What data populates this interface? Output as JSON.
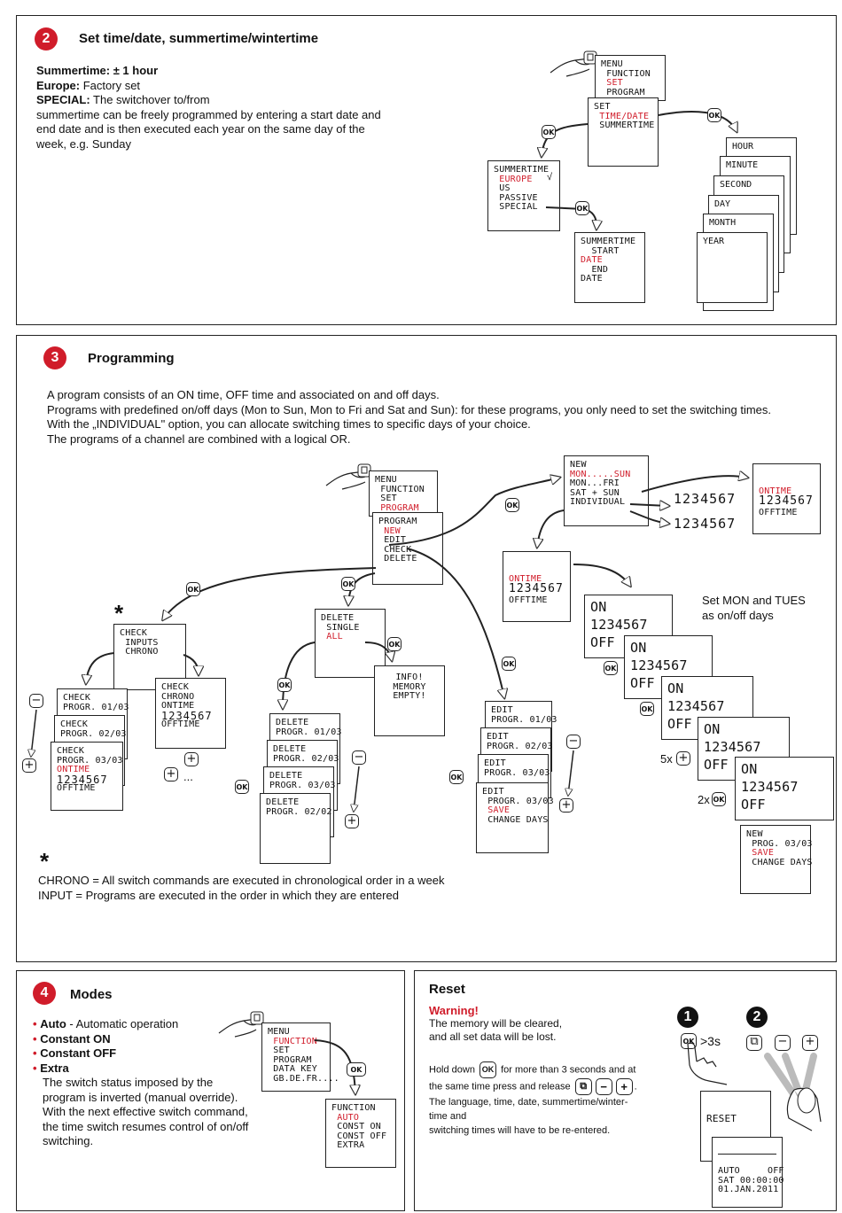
{
  "s2": {
    "num": "2",
    "title": "Set time/date, summertime/wintertime",
    "l1_b": "Summertime: ± 1 hour",
    "l2_b": "Europe:",
    "l2": " Factory set",
    "l3_b": "SPECIAL:",
    "l3": " The switchover to/from",
    "l4": "summertime can be freely programmed by entering a start date and",
    "l5": "end date and is then executed each year on the same day of the",
    "l6": "week, e.g. Sunday",
    "menu": [
      "MENU",
      " FUNCTION",
      " SET",
      " PROGRAM"
    ],
    "set": [
      "SET",
      " TIME/DATE",
      " SUMMERTIME"
    ],
    "summertime": [
      "SUMMERTIME",
      " EUROPE",
      " US",
      " PASSIVE",
      " SPECIAL"
    ],
    "check_mark": "√",
    "special": [
      "SUMMERTIME",
      "  START",
      "DATE",
      "",
      "  END",
      "DATE"
    ],
    "stack": [
      "HOUR",
      "MINUTE",
      "SECOND",
      "DAY",
      "MONTH",
      "YEAR"
    ],
    "ok": "OK"
  },
  "s3": {
    "num": "3",
    "title": "Programming",
    "p1": "A program consists of an ON time, OFF time and associated on and off days.",
    "p2": "Programs with predefined on/off days (Mon to Sun, Mon to Fri and Sat and Sun): for these programs, you only need to set the switching times.",
    "p3": "With the „INDIVIDUAL\" option, you can allocate switching times to specific days of your choice.",
    "p4": "The programs of a channel are combined with a logical OR.",
    "menu": [
      "MENU",
      " FUNCTION",
      " SET",
      " PROGRAM"
    ],
    "program": [
      "PROGRAM",
      "",
      " NEW",
      " EDIT",
      " CHECK",
      " DELETE"
    ],
    "new": [
      "NEW",
      "",
      "MON.....SUN",
      "MON...FRI",
      "SAT + SUN",
      "INDIVIDUAL"
    ],
    "days": "1234567",
    "ontime": "ONTIME",
    "offtime": "OFFTIME",
    "on": "ON",
    "off": "OFF",
    "set_mon_tues_1": "Set MON and TUES",
    "set_mon_tues_2": "as on/off days",
    "x5": "5x",
    "x2": "2x",
    "new_final": [
      "NEW",
      " PROG. 03/03",
      " SAVE",
      " CHANGE DAYS"
    ],
    "check": [
      "CHECK",
      "",
      " INPUTS",
      " CHRONO"
    ],
    "check_chrono": [
      "CHECK",
      "CHRONO",
      "ONTIME"
    ],
    "check_progs": [
      "CHECK",
      "PROGR. 01/03",
      "CHECK",
      "PROGR. 02/03",
      "CHECK",
      "PROGR. 03/03"
    ],
    "delete": [
      "DELETE",
      "",
      " SINGLE",
      " ALL"
    ],
    "info": [
      "INFO!",
      "",
      "MEMORY",
      "EMPTY!"
    ],
    "delete_progs": [
      "DELETE",
      "PROGR. 01/03",
      "DELETE",
      "PROGR. 02/03",
      "DELETE",
      "PROGR. 03/03",
      "DELETE",
      "PROGR. 02/02"
    ],
    "edit_progs": [
      "EDIT",
      "PROGR. 01/03",
      "EDIT",
      "PROGR. 02/03",
      "EDIT",
      "PROGR. 03/03"
    ],
    "edit_final": [
      "EDIT",
      " PROGR. 03/03",
      " SAVE",
      " CHANGE DAYS"
    ],
    "dots": "...",
    "star": "*",
    "foot1": "CHRONO = All switch commands are executed in chronological order in a week",
    "foot2": "INPUT = Programs are executed in the order in which they are entered",
    "ok": "OK",
    "minus": "−",
    "plus": "+"
  },
  "s4": {
    "num": "4",
    "title": "Modes",
    "b1": "Auto",
    "b1t": " - Automatic operation",
    "b2": "Constant  ON",
    "b3": "Constant  OFF",
    "b4": "Extra",
    "e1": "The switch status imposed by the",
    "e2": "program is inverted (manual override).",
    "e3": "With the next effective switch command,",
    "e4": "the time switch resumes control of on/off",
    "e5": "switching.",
    "menu": [
      "MENU",
      " FUNCTION",
      " SET",
      " PROGRAM",
      " DATA KEY",
      " GB.DE.FR...."
    ],
    "function": [
      "FUNCTION",
      "",
      " AUTO",
      " CONST ON",
      " CONST OFF",
      " EXTRA"
    ],
    "bullet": "•",
    "ok": "OK"
  },
  "reset": {
    "title": "Reset",
    "warning": "Warning!",
    "w1": "The memory will be cleared,",
    "w2": "and all set data will be lost.",
    "h1a": "Hold down",
    "h1b": "for more than 3 seconds and at",
    "h2": "the same time press and release",
    "h3": "The language, time, date, summertime/winter-",
    "h4": "time and",
    "h5": "switching times will have to be re-entered.",
    "step1": "1",
    "step2": "2",
    "gt3s": ">3s",
    "ok": "OK",
    "minus": "−",
    "plus": "+",
    "copy": "⧉",
    "reset_lcd": "RESET",
    "status": [
      "AUTO     OFF",
      "SAT 00:00:00",
      "01.JAN.2011"
    ]
  }
}
